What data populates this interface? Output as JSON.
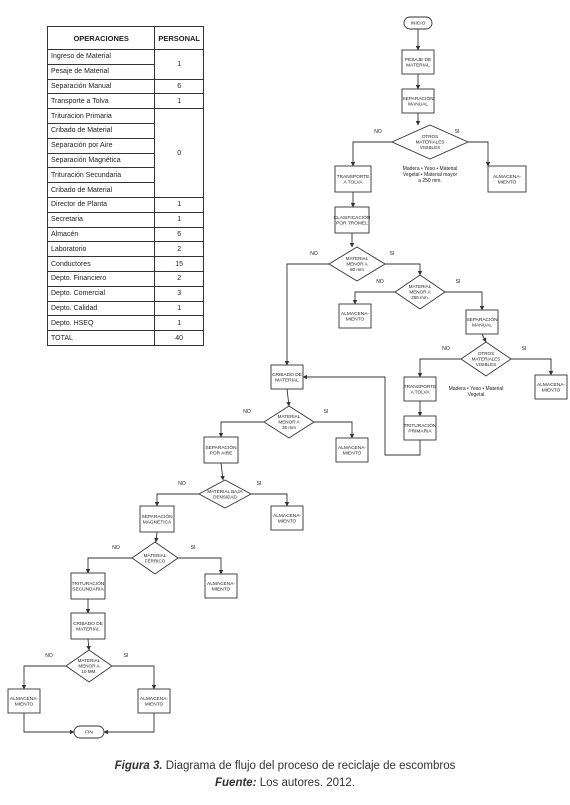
{
  "table": {
    "headers": [
      "OPERACIONES",
      "PERSONAL"
    ],
    "groups": [
      {
        "operations": [
          "Ingreso de Material",
          "Pesaje de Material"
        ],
        "personal": "1"
      },
      {
        "operations": [
          "Separación Manual"
        ],
        "personal": "6"
      },
      {
        "operations": [
          "Transporte a Tolva"
        ],
        "personal": "1"
      },
      {
        "operations": [
          "Trituracion Primaria",
          "Cribado de Material",
          "Separación por Aire",
          "Separación Magnética",
          "Trituración Secundaria",
          "Cribado de Material"
        ],
        "personal": "0"
      },
      {
        "operations": [
          "Director de Planta"
        ],
        "personal": "1"
      },
      {
        "operations": [
          "Secretaria"
        ],
        "personal": "1"
      },
      {
        "operations": [
          "Almacén"
        ],
        "personal": "6"
      },
      {
        "operations": [
          "Laboratorio"
        ],
        "personal": "2"
      },
      {
        "operations": [
          "Conductores"
        ],
        "personal": "15"
      },
      {
        "operations": [
          "Depto. Financiero"
        ],
        "personal": "2"
      },
      {
        "operations": [
          "Depto. Comercial"
        ],
        "personal": "3"
      },
      {
        "operations": [
          "Depto. Calidad"
        ],
        "personal": "1"
      },
      {
        "operations": [
          "Depto. HSEQ"
        ],
        "personal": "1"
      },
      {
        "operations": [
          "TOTAL"
        ],
        "personal": "40"
      }
    ]
  },
  "flowchart": {
    "nodes": [
      {
        "id": "inicio",
        "shape": "terminal",
        "lines": [
          "INICIO"
        ]
      },
      {
        "id": "pesaje",
        "shape": "process",
        "lines": [
          "PESAJE DE",
          "MATERIAL"
        ]
      },
      {
        "id": "sep_manual_1",
        "shape": "process",
        "lines": [
          "SEPARACIÓN",
          "MANUAL"
        ]
      },
      {
        "id": "otros_1",
        "shape": "decision",
        "lines": [
          "OTROS",
          "MATERIALES",
          "VISIBLES"
        ]
      },
      {
        "id": "note_1",
        "shape": "note",
        "lines": [
          "Madera • Yeso • Material",
          "Vegetal • Material mayor",
          "a 250 mm."
        ]
      },
      {
        "id": "transporte_1",
        "shape": "process",
        "lines": [
          "TRANSPORTE",
          "A TOLVA"
        ]
      },
      {
        "id": "almacen_1",
        "shape": "process",
        "lines": [
          "ALMACENA-",
          "MIENTO"
        ]
      },
      {
        "id": "clasif",
        "shape": "process",
        "lines": [
          "CLASIFICACIÓN",
          "POR TROMEL"
        ]
      },
      {
        "id": "menor80",
        "shape": "decision",
        "lines": [
          "MATERIAL",
          "MENOR A",
          "80 mm"
        ]
      },
      {
        "id": "menor250",
        "shape": "decision",
        "lines": [
          "MATERIAL",
          "MENOR A",
          "250 mm."
        ]
      },
      {
        "id": "almacen_2",
        "shape": "process",
        "lines": [
          "ALMACENA-",
          "MIENTO"
        ]
      },
      {
        "id": "sep_manual_2",
        "shape": "process",
        "lines": [
          "SEPARACIÓN",
          "MANUAL"
        ]
      },
      {
        "id": "otros_2",
        "shape": "decision",
        "lines": [
          "OTROS",
          "MATERIALES",
          "VISIBLES"
        ]
      },
      {
        "id": "note_2",
        "shape": "note",
        "lines": [
          "Madera • Yeso • Material",
          "Vegetal"
        ]
      },
      {
        "id": "transporte_2",
        "shape": "process",
        "lines": [
          "TRANSPORTE",
          "A TOLVA"
        ]
      },
      {
        "id": "almacen_3",
        "shape": "process",
        "lines": [
          "ALMACENA-",
          "MIENTO"
        ]
      },
      {
        "id": "tritur_prim",
        "shape": "process",
        "lines": [
          "TRITURACIÓN",
          "PRIMARIA"
        ]
      },
      {
        "id": "cribado_1",
        "shape": "process",
        "lines": [
          "CRIBADO DE",
          "MATERIAL"
        ]
      },
      {
        "id": "menor35",
        "shape": "decision",
        "lines": [
          "MATERIAL",
          "MENOR A",
          "35 mm"
        ]
      },
      {
        "id": "sep_aire",
        "shape": "process",
        "lines": [
          "SEPARACIÓN",
          "POR AIRE"
        ]
      },
      {
        "id": "almacen_4",
        "shape": "process",
        "lines": [
          "ALMACENA-",
          "MIENTO"
        ]
      },
      {
        "id": "baja_dens",
        "shape": "decision",
        "lines": [
          "MATERIAL BAJA",
          "DENSIDAD"
        ]
      },
      {
        "id": "sep_magn",
        "shape": "process",
        "lines": [
          "SEPARACIÓN",
          "MAGNÉTICA"
        ]
      },
      {
        "id": "almacen_5",
        "shape": "process",
        "lines": [
          "ALMACENA-",
          "MIENTO"
        ]
      },
      {
        "id": "ferrico",
        "shape": "decision",
        "lines": [
          "MATERIAL",
          "FÉRRICO"
        ]
      },
      {
        "id": "tritur_sec",
        "shape": "process",
        "lines": [
          "TRITURACIÓN",
          "SECUNDARIA"
        ]
      },
      {
        "id": "almacen_6",
        "shape": "process",
        "lines": [
          "ALMACENA-",
          "MIENTO"
        ]
      },
      {
        "id": "cribado_2",
        "shape": "process",
        "lines": [
          "CRIBADO DE",
          "MATERIAL"
        ]
      },
      {
        "id": "menor10",
        "shape": "decision",
        "lines": [
          "MATERIAL",
          "MENOR A",
          "10 MM."
        ]
      },
      {
        "id": "almacen_7",
        "shape": "process",
        "lines": [
          "ALMACENA-",
          "MIENTO"
        ]
      },
      {
        "id": "almacen_8",
        "shape": "process",
        "lines": [
          "ALMACENA-",
          "MIENTO"
        ]
      },
      {
        "id": "fin",
        "shape": "terminal",
        "lines": [
          "FIN"
        ]
      }
    ],
    "edge_labels": {
      "no": "NO",
      "yes": "SI"
    }
  },
  "caption": {
    "figure_label": "Figura 3.",
    "figure_text": "Diagrama de flujo del proceso de reciclaje de escombros",
    "source_label": "Fuente:",
    "source_text": "Los autores. 2012."
  }
}
